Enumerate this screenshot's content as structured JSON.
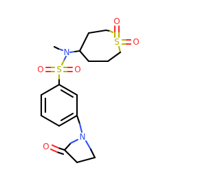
{
  "atoms": [
    {
      "id": "s_ring",
      "label": "S",
      "color": "#b5b500"
    },
    {
      "id": "o_ring_top",
      "label": "O",
      "color": "#ff2a2a"
    },
    {
      "id": "o_ring_right",
      "label": "O",
      "color": "#ff2a2a"
    },
    {
      "id": "n_amine",
      "label": "N",
      "color": "#3050f8"
    },
    {
      "id": "s_sulfonyl",
      "label": "S",
      "color": "#b5b500"
    },
    {
      "id": "o_sulfonyl_left",
      "label": "O",
      "color": "#ff2a2a"
    },
    {
      "id": "o_sulfonyl_right",
      "label": "O",
      "color": "#ff2a2a"
    },
    {
      "id": "n_lactam",
      "label": "N",
      "color": "#3050f8"
    },
    {
      "id": "o_carbonyl",
      "label": "O",
      "color": "#ff2a2a"
    }
  ]
}
